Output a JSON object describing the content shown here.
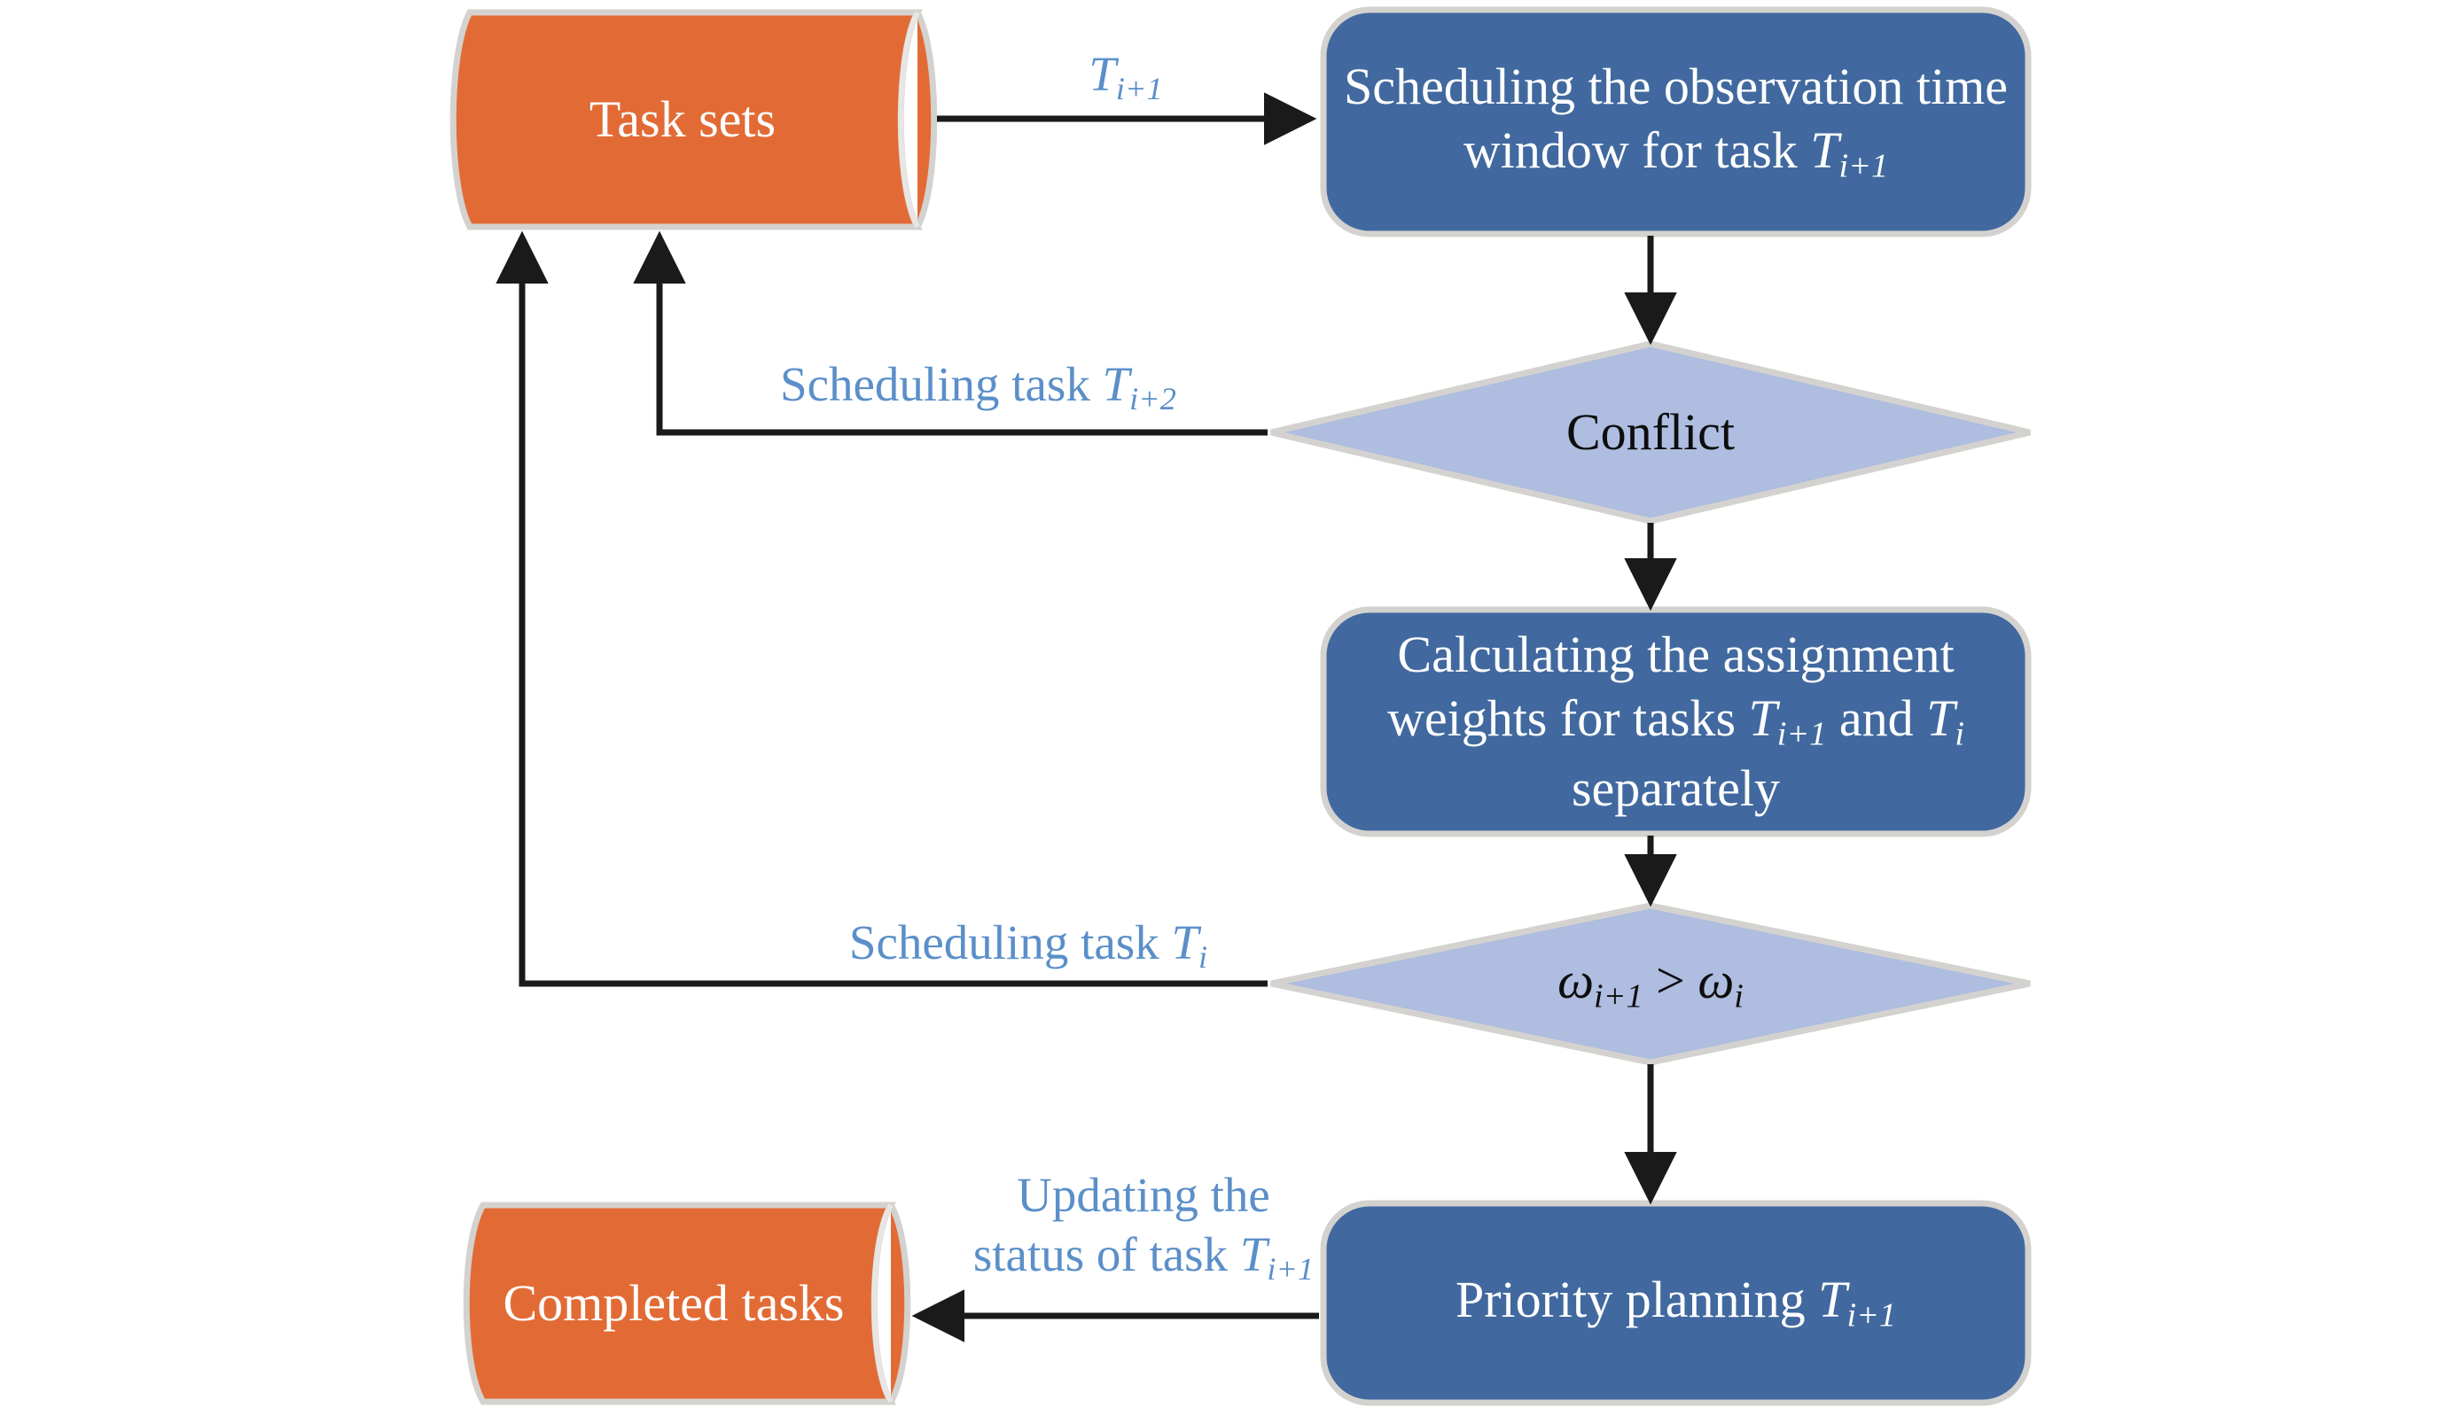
{
  "diagram": {
    "title": "Task scheduling conflict-resolution flowchart",
    "background": "#ffffff",
    "colors": {
      "data_store_fill": "#e26b35",
      "process_fill": "#41699f",
      "decision_fill": "#aebde0",
      "shape_border": "#d4d2cf",
      "edge_stroke": "#1a1a1a",
      "edge_label_text": "#5b8fc9",
      "process_text": "#ffffff",
      "decision_text": "#0d0d0d"
    },
    "nodes": [
      {
        "id": "task-sets",
        "type": "data-store-cylinder",
        "label": "Task sets",
        "fill": "#e26b35"
      },
      {
        "id": "schedule-window",
        "type": "process",
        "label_lines": [
          "Scheduling the observation time",
          "window for task Tᵢ₊₁"
        ],
        "label_plain": "Scheduling the observation time window for task T_{i+1}",
        "fill": "#41699f"
      },
      {
        "id": "conflict",
        "type": "decision",
        "label": "Conflict",
        "fill": "#aebde0"
      },
      {
        "id": "calc-weights",
        "type": "process",
        "label_lines": [
          "Calculating the assignment",
          "weights for tasks Tᵢ₊₁ and Tᵢ",
          "separately"
        ],
        "label_plain": "Calculating the assignment weights for tasks T_{i+1} and T_i separately",
        "fill": "#41699f"
      },
      {
        "id": "omega-compare",
        "type": "decision",
        "label": "ωᵢ₊₁ > ωᵢ",
        "label_plain": "omega_{i+1} > omega_i",
        "fill": "#aebde0"
      },
      {
        "id": "priority-planning",
        "type": "process",
        "label": "Priority planning Tᵢ₊₁",
        "label_plain": "Priority planning T_{i+1}",
        "fill": "#41699f"
      },
      {
        "id": "completed-tasks",
        "type": "data-store-cylinder",
        "label": "Completed tasks",
        "fill": "#e26b35"
      }
    ],
    "edges": [
      {
        "id": "e1",
        "from": "task-sets",
        "to": "schedule-window",
        "label": "Tᵢ₊₁",
        "label_plain": "T_{i+1}"
      },
      {
        "id": "e2",
        "from": "schedule-window",
        "to": "conflict",
        "label": ""
      },
      {
        "id": "e3",
        "from": "conflict",
        "to": "task-sets",
        "label": "Scheduling task Tᵢ₊₂",
        "label_plain": "Scheduling task T_{i+2}"
      },
      {
        "id": "e4",
        "from": "conflict",
        "to": "calc-weights",
        "label": ""
      },
      {
        "id": "e5",
        "from": "calc-weights",
        "to": "omega-compare",
        "label": ""
      },
      {
        "id": "e6",
        "from": "omega-compare",
        "to": "task-sets",
        "label": "Scheduling task Tᵢ",
        "label_plain": "Scheduling task T_i"
      },
      {
        "id": "e7",
        "from": "omega-compare",
        "to": "priority-planning",
        "label": ""
      },
      {
        "id": "e8",
        "from": "priority-planning",
        "to": "completed-tasks",
        "label_lines": [
          "Updating the",
          "status of task Tᵢ₊₁"
        ],
        "label_plain": "Updating the status of task T_{i+1}"
      }
    ]
  },
  "labels": {
    "task_sets": "Task sets",
    "completed_tasks": "Completed tasks",
    "conflict": "Conflict",
    "schedule_window_line1": "Scheduling the observation time",
    "schedule_window_line2_pre": "window for task ",
    "calc_line1": "Calculating the assignment",
    "calc_line2_pre": "weights for tasks ",
    "calc_line2_mid": " and ",
    "calc_line3": "separately",
    "priority_pre": "Priority planning ",
    "edge_t_i_plus_1": "T",
    "edge_sched_t_i_plus_2": "Scheduling task ",
    "edge_sched_t_i": "Scheduling task ",
    "edge_updating_line1": "Updating the",
    "edge_updating_line2": "status of task ",
    "sub_i_plus_1": "i+1",
    "sub_i_plus_2": "i+2",
    "sub_i": "i",
    "var_T": "T",
    "var_omega": "ω",
    "gt": " > "
  }
}
